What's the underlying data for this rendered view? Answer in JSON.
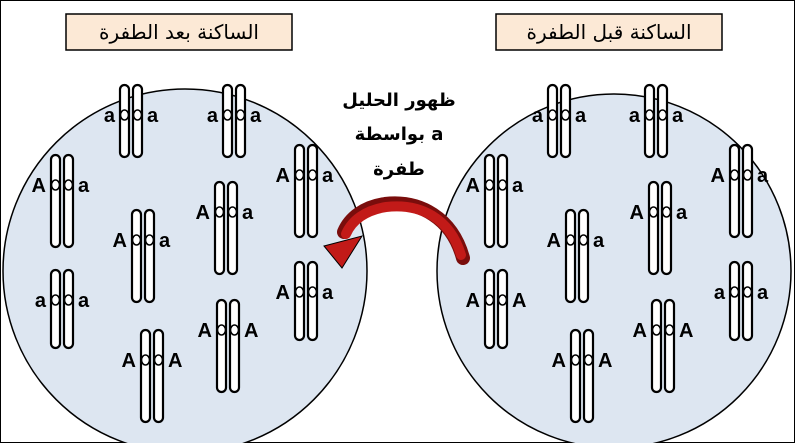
{
  "colors": {
    "circle_fill": "#dde6f1",
    "label_fill": "#fce9d6",
    "arrow": "#c21a18",
    "arrow_dark": "#7a0d0c",
    "stroke": "#000000"
  },
  "mutation_label": {
    "line1": "ظهور الحليل",
    "line2": "a بواسطة",
    "line3": "طفرة"
  },
  "populations": [
    {
      "id": "after",
      "title": "الساكنة بعد الطفرة",
      "chromosomes": [
        {
          "left": "a",
          "right": "a"
        },
        {
          "left": "a",
          "right": "a"
        },
        {
          "left": "A",
          "right": "a"
        },
        {
          "left": "A",
          "right": "a"
        },
        {
          "left": "A",
          "right": "a"
        },
        {
          "left": "A",
          "right": "a"
        },
        {
          "left": "a",
          "right": "a"
        },
        {
          "left": "A",
          "right": "a"
        },
        {
          "left": "A",
          "right": "A"
        },
        {
          "left": "A",
          "right": "A"
        }
      ]
    },
    {
      "id": "before",
      "title": "الساكنة قبل الطفرة",
      "chromosomes": [
        {
          "left": "a",
          "right": "a"
        },
        {
          "left": "a",
          "right": "a"
        },
        {
          "left": "A",
          "right": "a"
        },
        {
          "left": "A",
          "right": "a"
        },
        {
          "left": "A",
          "right": "a"
        },
        {
          "left": "A",
          "right": "a"
        },
        {
          "left": "A",
          "right": "A"
        },
        {
          "left": "a",
          "right": "a"
        },
        {
          "left": "A",
          "right": "A"
        },
        {
          "left": "A",
          "right": "A"
        }
      ]
    }
  ]
}
